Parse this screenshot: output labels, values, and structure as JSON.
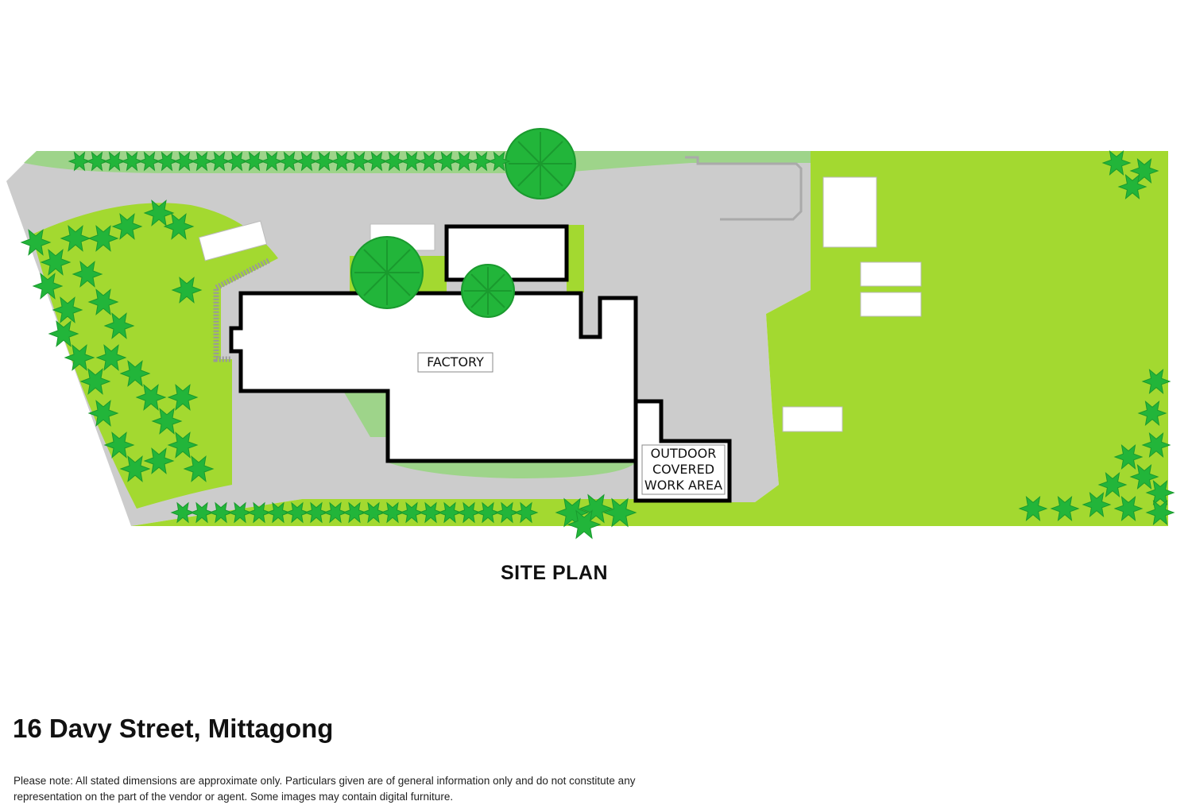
{
  "plan": {
    "title": "SITE PLAN",
    "rooms": {
      "factory": "FACTORY",
      "outdoor_line1": "OUTDOOR",
      "outdoor_line2": "COVERED",
      "outdoor_line3": "WORK AREA"
    },
    "colors": {
      "lawn": "#a3d930",
      "lawn_pale": "#9ed48a",
      "paving": "#cccccc",
      "building": "#ffffff",
      "wall": "#000000",
      "tree": "#22b53a",
      "tree_dark": "#1a9a2e"
    }
  },
  "footer": {
    "address": "16 Davy Street, Mittagong",
    "disclaimer": "Please note: All stated dimensions are approximate only. Particulars given are of general information only and do not constitute any representation on the part of the vendor or agent. Some images may contain digital furniture."
  }
}
